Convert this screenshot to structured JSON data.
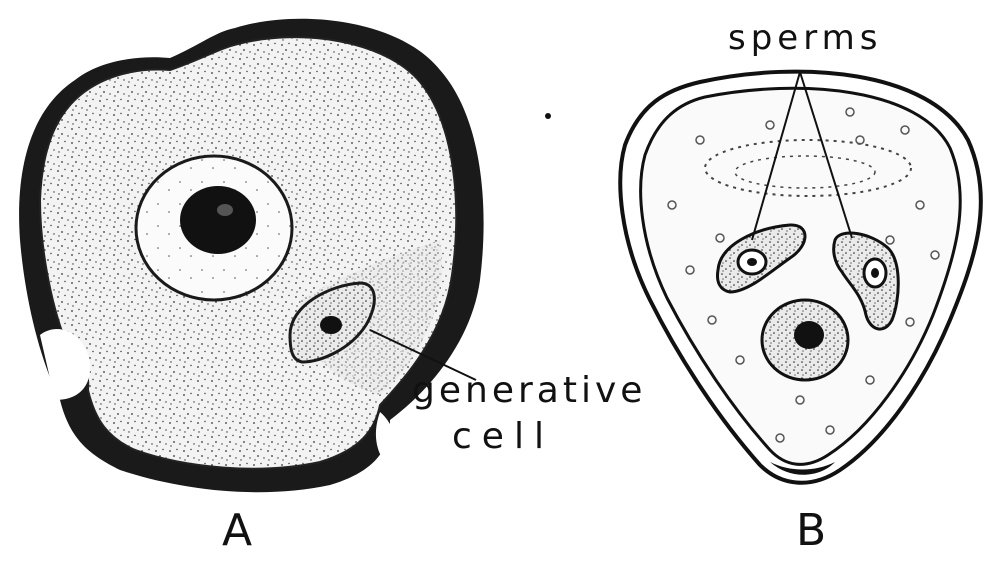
{
  "labels": {
    "sperms": "sperms",
    "generative_line1": "generative",
    "generative_line2": "cell",
    "panel_a": "A",
    "panel_b": "B"
  },
  "colors": {
    "ink": "#111111",
    "background": "#ffffff",
    "fill": "#f2f2f2"
  }
}
